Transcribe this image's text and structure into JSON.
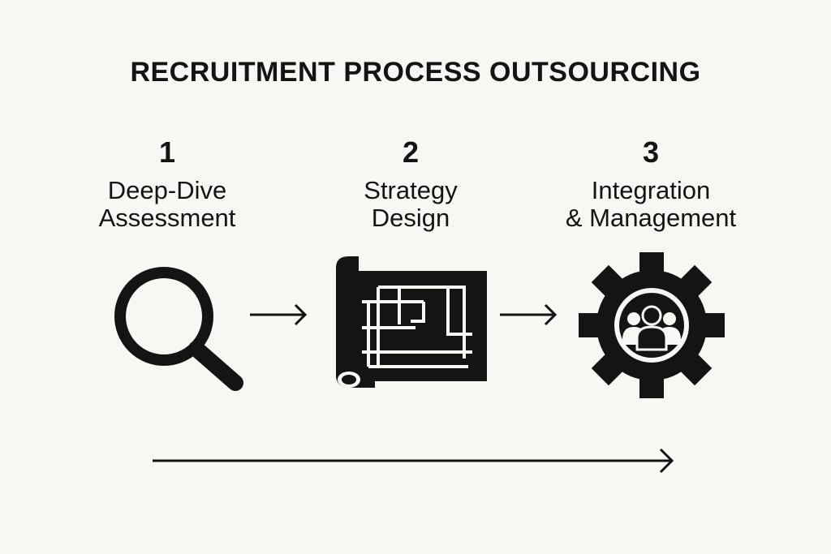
{
  "title": "RECRUITMENT PROCESS OUTSOURCING",
  "steps": [
    {
      "number": "1",
      "label_line1": "Deep-Dive",
      "label_line2": "Assessment",
      "icon": "magnifying-glass-icon"
    },
    {
      "number": "2",
      "label_line1": "Strategy",
      "label_line2": "Design",
      "icon": "blueprint-icon"
    },
    {
      "number": "3",
      "label_line1": "Integration",
      "label_line2": "& Management",
      "icon": "gear-team-icon"
    }
  ],
  "colors": {
    "background": "#f8f7f4",
    "foreground": "#141414"
  }
}
